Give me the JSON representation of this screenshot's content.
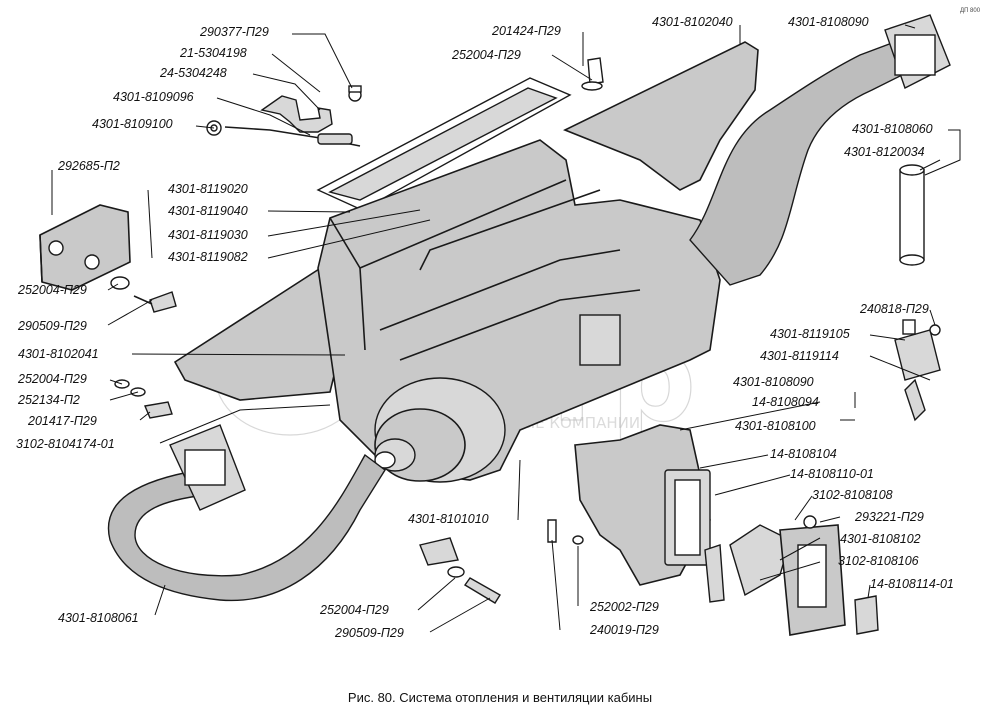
{
  "caption": "Рис. 80. Система отопления и вентиляции кабины",
  "corner_mark": "ДП 800",
  "watermark": {
    "brand": "ostrp",
    "subtitle": "ОФИЦИАЛЬНЫЕ КОМПАНИИ"
  },
  "labels": {
    "l01": "290377-П29",
    "l02": "21-5304198",
    "l03": "24-5304248",
    "l04": "4301-8109096",
    "l05": "4301-8109100",
    "l06": "292685-П2",
    "l07": "4301-8119020",
    "l08": "4301-8119040",
    "l09": "4301-8119030",
    "l10": "4301-8119082",
    "l11": "252004-П29",
    "l12": "290509-П29",
    "l13": "4301-8102041",
    "l14": "252004-П29",
    "l15": "252134-П2",
    "l16": "201417-П29",
    "l17": "3102-8104174-01",
    "l18": "4301-8108061",
    "l19": "201424-П29",
    "l20": "252004-П29",
    "l21": "4301-8102040",
    "l22": "4301-8108090",
    "l23": "4301-8108060",
    "l24": "4301-8120034",
    "l25": "240818-П29",
    "l26": "4301-8119105",
    "l27": "4301-8119114",
    "l28": "4301-8108090",
    "l29": "14-8108094",
    "l30": "4301-8108100",
    "l31": "14-8108104",
    "l32": "14-8108110-01",
    "l33": "3102-8108108",
    "l34": "293221-П29",
    "l35": "4301-8108102",
    "l36": "3102-8108106",
    "l37": "14-8108114-01",
    "l38": "4301-8101010",
    "l39": "252004-П29",
    "l40": "290509-П29",
    "l41": "252002-П29",
    "l42": "240019-П29"
  }
}
